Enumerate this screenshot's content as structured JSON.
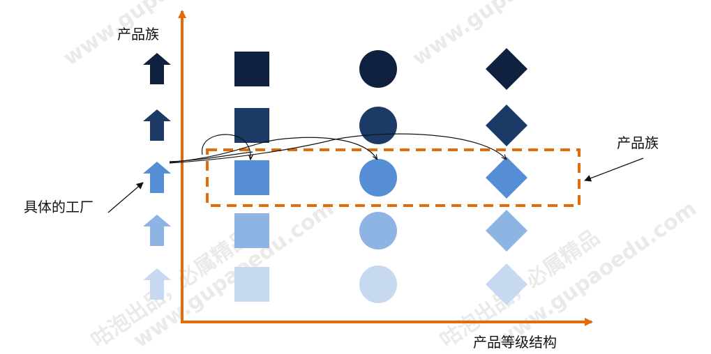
{
  "labels": {
    "y_axis": "产品族",
    "x_axis": "产品等级结构",
    "factory": "具体的工厂",
    "family": "产品族"
  },
  "watermark": {
    "text_cn": "咕泡出品，必属精品",
    "text_url": "www.gupaoedu.com"
  },
  "colors": {
    "axis": "#e36c09",
    "highlight_box": "#e36c09",
    "shade_1": "#10213f",
    "shade_2": "#1b3a66",
    "shade_3": "#558ed5",
    "shade_4": "#8eb4e3",
    "shade_5": "#c6d9f1"
  },
  "rows": [
    {
      "shade": "#10213f",
      "items": [
        "arrow-icon",
        "square",
        "circle",
        "diamond"
      ]
    },
    {
      "shade": "#1b3a66",
      "items": [
        "arrow-icon",
        "square",
        "circle",
        "diamond"
      ]
    },
    {
      "shade": "#558ed5",
      "items": [
        "arrow-icon",
        "square",
        "circle",
        "diamond"
      ],
      "highlighted": true
    },
    {
      "shade": "#8eb4e3",
      "items": [
        "arrow-icon",
        "square",
        "circle",
        "diamond"
      ]
    },
    {
      "shade": "#c6d9f1",
      "items": [
        "arrow-icon",
        "square",
        "circle",
        "diamond"
      ]
    }
  ]
}
